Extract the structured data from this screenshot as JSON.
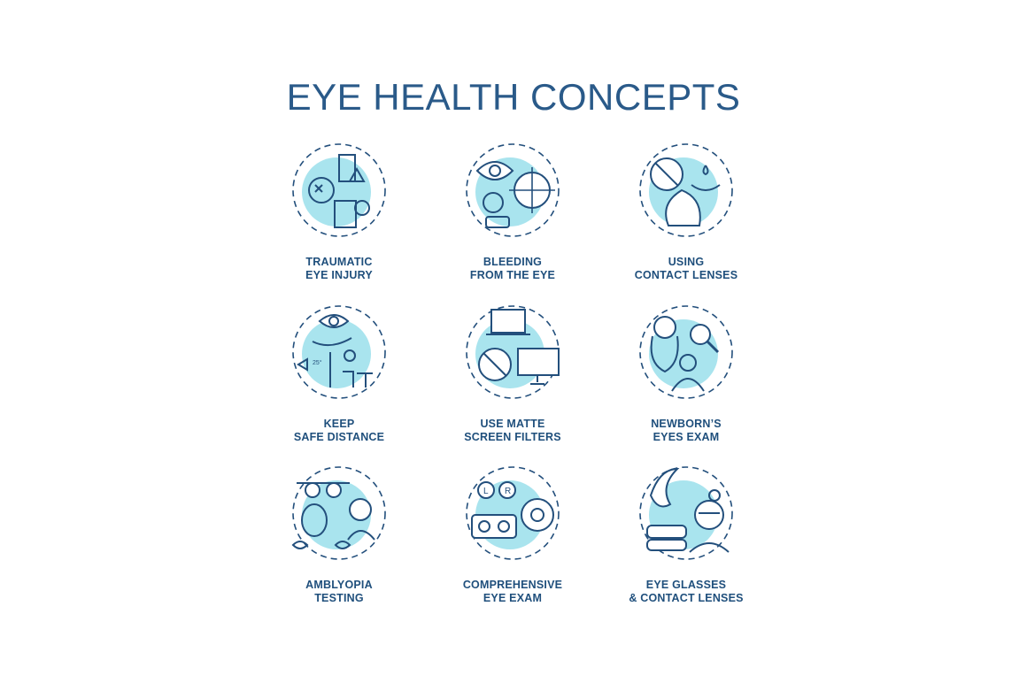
{
  "title": "EYE HEALTH CONCEPTS",
  "colors": {
    "primary": "#234f7c",
    "accent": "#a9e4ee",
    "title": "#2a5a89"
  },
  "concepts": [
    {
      "line1": "TRAUMATIC",
      "line2": "EYE INJURY",
      "icon": "traumatic-eye-injury-icon"
    },
    {
      "line1": "BLEEDING",
      "line2": "FROM THE EYE",
      "icon": "bleeding-eye-icon"
    },
    {
      "line1": "USING",
      "line2": "CONTACT LENSES",
      "icon": "contact-lenses-icon"
    },
    {
      "line1": "KEEP",
      "line2": "SAFE DISTANCE",
      "icon": "safe-distance-icon",
      "angle_text": "25°"
    },
    {
      "line1": "USE MATTE",
      "line2": "SCREEN FILTERS",
      "icon": "screen-filter-icon"
    },
    {
      "line1": "NEWBORN’S",
      "line2": "EYES EXAM",
      "icon": "newborn-exam-icon"
    },
    {
      "line1": "AMBLYOPIA",
      "line2": "TESTING",
      "icon": "amblyopia-testing-icon"
    },
    {
      "line1": "COMPREHENSIVE",
      "line2": "EYE EXAM",
      "icon": "comprehensive-exam-icon",
      "lens_left": "L",
      "lens_right": "R"
    },
    {
      "line1": "EYE GLASSES",
      "line2": "& CONTACT LENSES",
      "icon": "glasses-contacts-icon"
    }
  ]
}
